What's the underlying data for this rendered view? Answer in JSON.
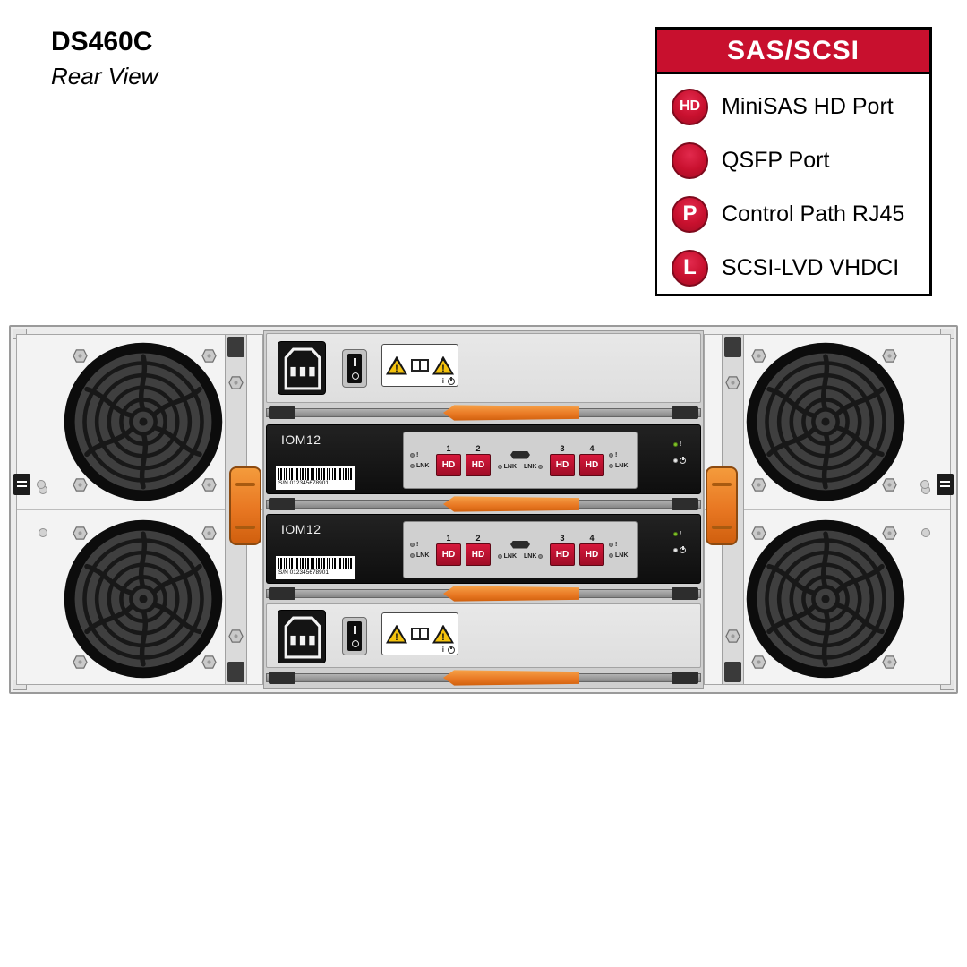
{
  "header": {
    "title": "DS460C",
    "subtitle": "Rear View"
  },
  "legend": {
    "title": "SAS/SCSI",
    "items": [
      {
        "badge": "HD",
        "label": "MiniSAS HD Port"
      },
      {
        "badge": "",
        "label": "QSFP Port"
      },
      {
        "badge": "P",
        "label": "Control Path RJ45"
      },
      {
        "badge": "L",
        "label": "SCSI-LVD VHDCI"
      }
    ]
  },
  "chassis": {
    "ioms": [
      {
        "name": "IOM12",
        "serial": "S/N 012345678901",
        "ports": [
          "1",
          "2",
          "3",
          "4"
        ],
        "port_label": "HD",
        "link_label": "LNK",
        "attention_label": "!"
      },
      {
        "name": "IOM12",
        "serial": "S/N 012345678901",
        "ports": [
          "1",
          "2",
          "3",
          "4"
        ],
        "port_label": "HD",
        "link_label": "LNK",
        "attention_label": "!"
      }
    ]
  },
  "icons": {
    "warning": "!",
    "info": "i"
  },
  "colors": {
    "legend_red": "#C8102E",
    "latch_orange": "#E87722",
    "hd_port_red": "#C0102E"
  }
}
